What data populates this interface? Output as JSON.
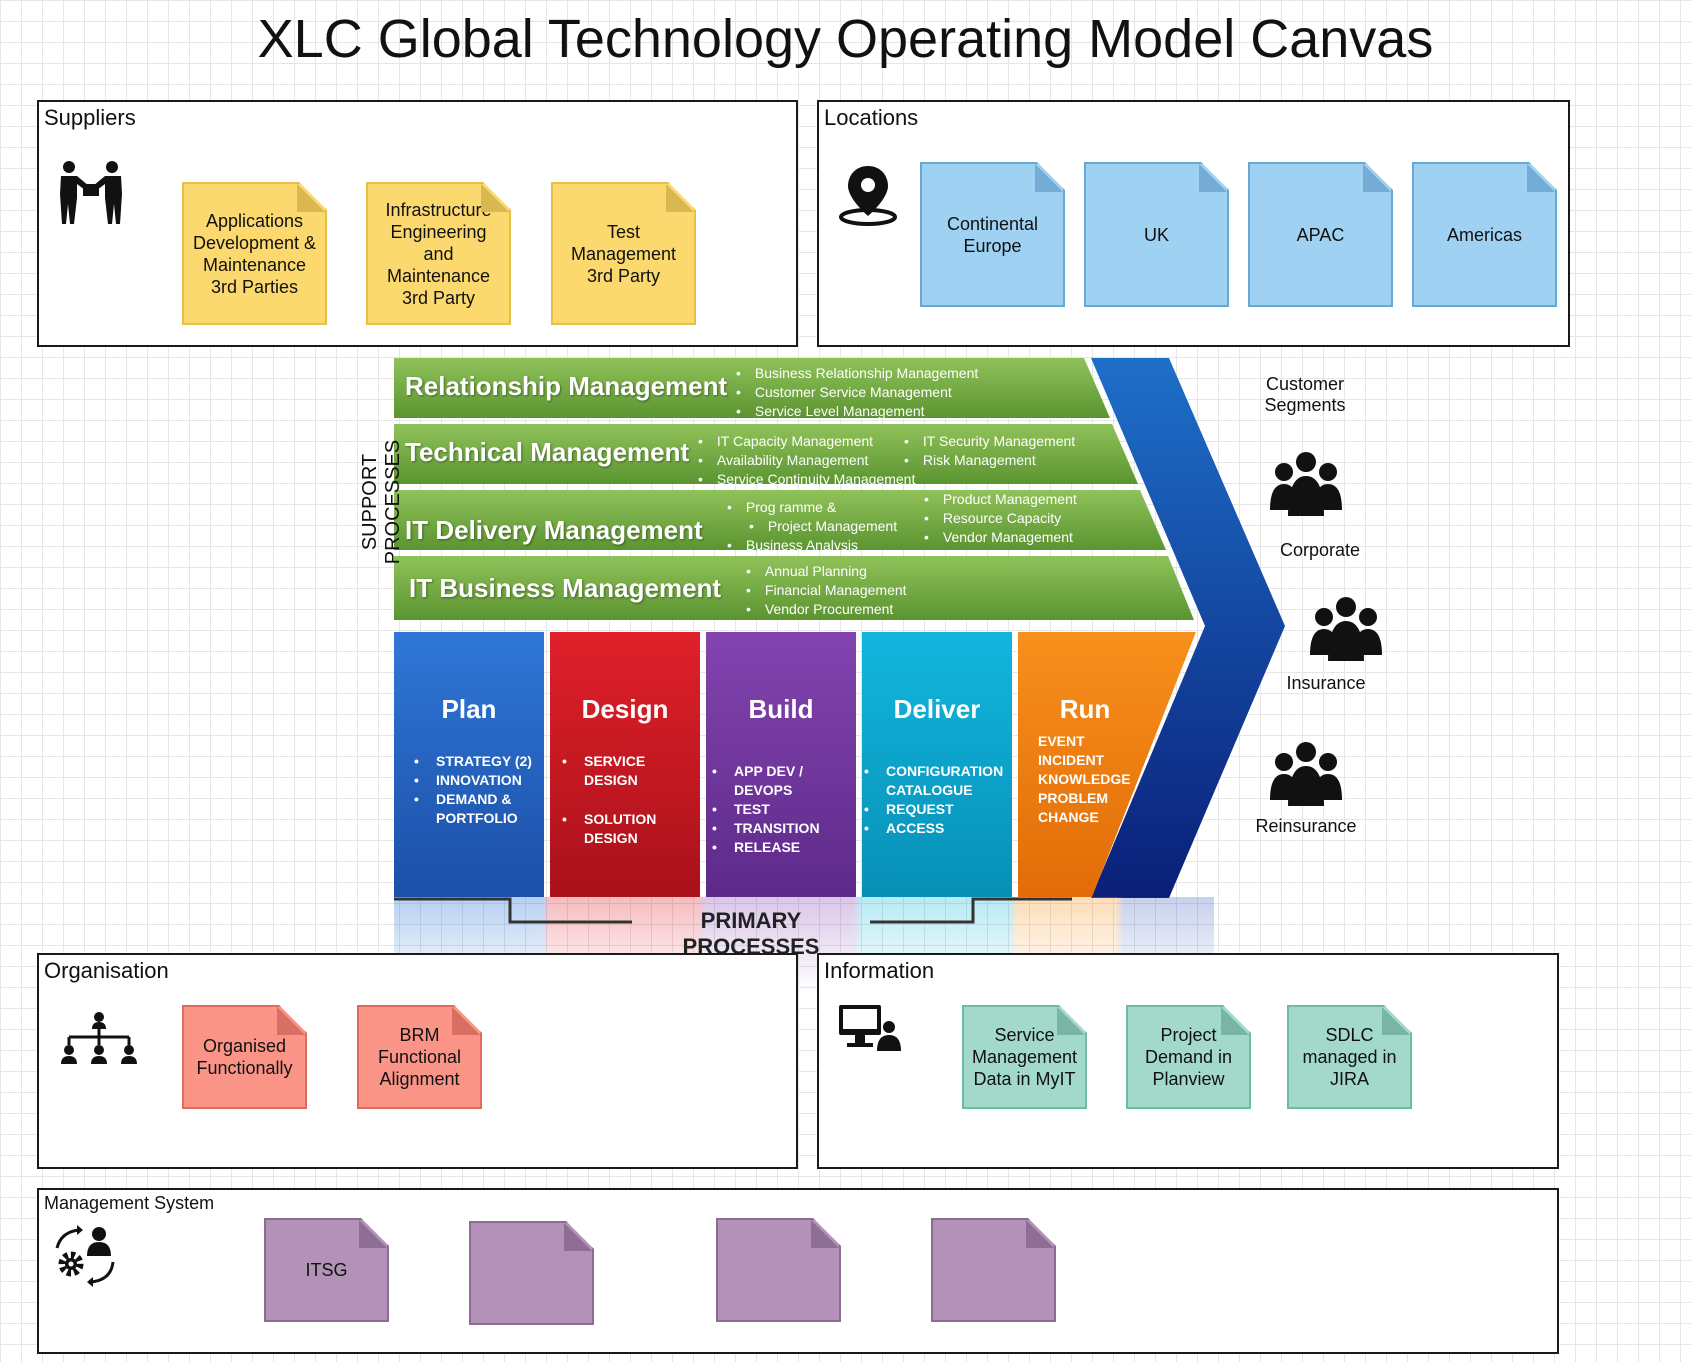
{
  "title": "XLC Global Technology Operating Model Canvas",
  "suppliers": {
    "label": "Suppliers",
    "icon": "handshake-icon",
    "notes": [
      "Applications Development & Maintenance 3rd Parties",
      "Infrastructure Engineering and Maintenance 3rd Party",
      "Test Management 3rd Party"
    ]
  },
  "locations": {
    "label": "Locations",
    "icon": "location-pin-icon",
    "notes": [
      "Continental Europe",
      "UK",
      "APAC",
      "Americas"
    ]
  },
  "support": {
    "label": "SUPPORT PROCESSES",
    "bands": [
      {
        "title": "Relationship Management",
        "items": [
          "Business Relationship Management",
          "Customer Service Management",
          "Service Level Management"
        ]
      },
      {
        "title": "Technical Management",
        "items": [
          "IT Capacity Management",
          "Availability Management",
          "Service Continuity Management"
        ],
        "items2": [
          "IT Security Management",
          "Risk Management"
        ]
      },
      {
        "title": "IT Delivery Management",
        "items": [
          "Prog ramme &",
          "Project Management",
          "Business Analysis"
        ],
        "items2": [
          "Product Management",
          "Resource Capacity",
          "Vendor Management"
        ]
      },
      {
        "title": "IT Business Management",
        "items": [
          "Annual Planning",
          "Financial Management",
          "Vendor Procurement"
        ]
      }
    ]
  },
  "primary": {
    "label": "PRIMARY PROCESSES",
    "columns": [
      {
        "title": "Plan",
        "color": "#2a6fce",
        "items": [
          "STRATEGY (2)",
          "INNOVATION",
          "DEMAND & PORTFOLIO"
        ]
      },
      {
        "title": "Design",
        "color": "#d8191f",
        "items": [
          "SERVICE DESIGN",
          "SOLUTION DESIGN"
        ]
      },
      {
        "title": "Build",
        "color": "#7a3aa6",
        "items": [
          "APP DEV / DEVOPS",
          "TEST",
          "TRANSITION",
          "RELEASE"
        ]
      },
      {
        "title": "Deliver",
        "color": "#0aa9d4",
        "items": [
          "CONFIGURATION CATALOGUE",
          "REQUEST",
          "ACCESS"
        ]
      },
      {
        "title": "Run",
        "color": "#f57f0c",
        "items": [
          "EVENT",
          "INCIDENT",
          "KNOWLEDGE",
          "PROBLEM",
          "CHANGE"
        ]
      }
    ]
  },
  "customer_segments": {
    "label": "Customer Segments",
    "segments": [
      "Corporate",
      "Insurance",
      "Reinsurance"
    ],
    "icon": "people-group-icon"
  },
  "organisation": {
    "label": "Organisation",
    "icon": "org-chart-icon",
    "notes": [
      "Organised Functionally",
      "BRM Functional Alignment"
    ]
  },
  "information": {
    "label": "Information",
    "icon": "computer-user-icon",
    "notes": [
      "Service Management Data in MyIT",
      "Project Demand in Planview",
      "SDLC managed in JIRA"
    ]
  },
  "management_system": {
    "label": "Management System",
    "icon": "gear-person-cycle-icon",
    "notes": [
      "ITSG",
      "",
      "",
      ""
    ]
  }
}
